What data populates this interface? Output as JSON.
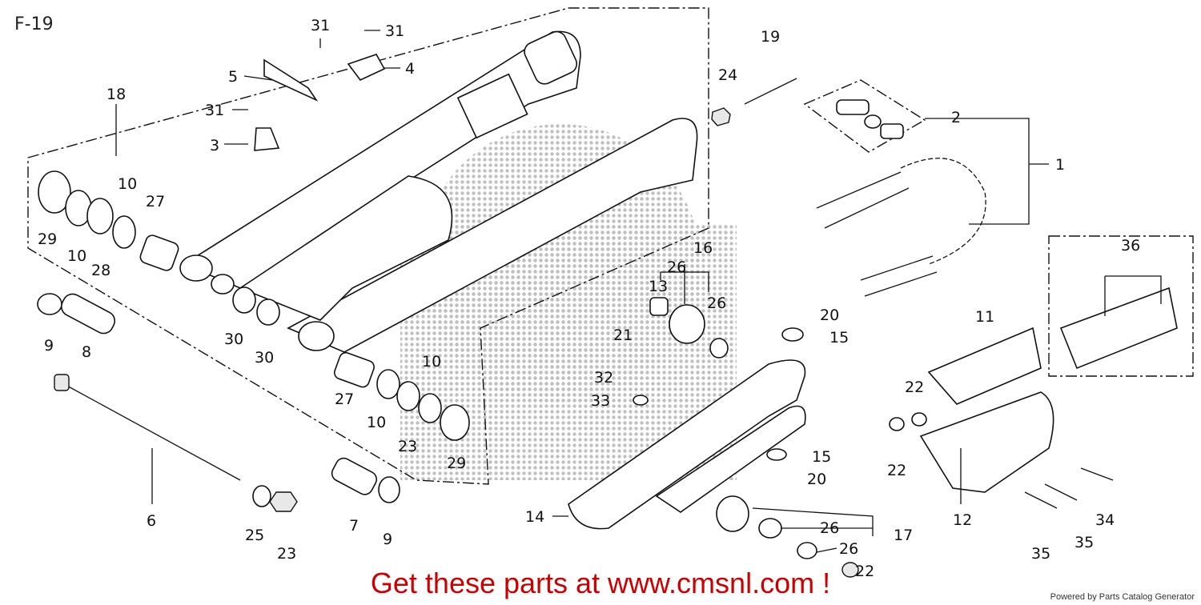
{
  "diagram_code": "F-19",
  "callouts": [
    "1",
    "2",
    "3",
    "4",
    "5",
    "6",
    "7",
    "8",
    "9",
    "9",
    "10",
    "10",
    "10",
    "10",
    "11",
    "12",
    "13",
    "14",
    "15",
    "15",
    "16",
    "17",
    "18",
    "19",
    "20",
    "20",
    "21",
    "22",
    "22",
    "22",
    "23",
    "23",
    "24",
    "25",
    "26",
    "26",
    "26",
    "26",
    "27",
    "27",
    "28",
    "29",
    "29",
    "30",
    "30",
    "31",
    "31",
    "31",
    "32",
    "33",
    "34",
    "35",
    "35",
    "36"
  ],
  "banner": "Get these parts at www.cmsnl.com !",
  "credit": "Powered by Parts Catalog Generator",
  "colors": {
    "banner": "#cc0000",
    "ink": "#111111",
    "watermark": "#bbbbbb"
  }
}
